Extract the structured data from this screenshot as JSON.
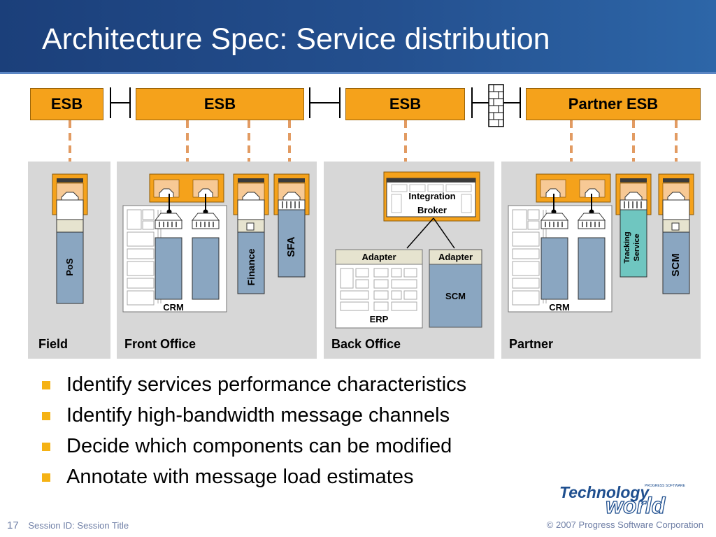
{
  "header": {
    "title": "Architecture Spec: Service distribution"
  },
  "buses": {
    "field": "ESB",
    "front_office": "ESB",
    "back_office": "ESB",
    "partner": "Partner ESB"
  },
  "zones": {
    "field": {
      "label": "Field",
      "service": "PoS"
    },
    "front_office": {
      "label": "Front Office",
      "crm": "CRM",
      "finance": "Finance",
      "sfa": "SFA"
    },
    "back_office": {
      "label": "Back Office",
      "broker_line1": "Integration",
      "broker_line2": "Broker",
      "adapter_erp": "Adapter",
      "adapter_scm": "Adapter",
      "erp": "ERP",
      "scm": "SCM"
    },
    "partner": {
      "label": "Partner",
      "crm": "CRM",
      "tracking_line1": "Tracking",
      "tracking_line2": "Service",
      "scm": "SCM"
    }
  },
  "bullets": [
    "Identify services performance characteristics",
    "Identify high-bandwidth message channels",
    "Decide which components can be modified",
    "Annotate with message load estimates"
  ],
  "footer": {
    "slide_number": "17",
    "session": "Session ID: Session Title",
    "copyright": "© 2007 Progress Software Corporation"
  },
  "logo": {
    "line1": "Technology",
    "line2": "world",
    "tagline": "PROGRESS SOFTWARE"
  },
  "colors": {
    "header_blue": "#1b3f7a",
    "esb_orange": "#f5a21b",
    "zone_grey": "#d7d7d7",
    "service_blue": "#8aa6c1",
    "tracking_teal": "#6fc6c0",
    "bullet_gold": "#f5b214"
  }
}
